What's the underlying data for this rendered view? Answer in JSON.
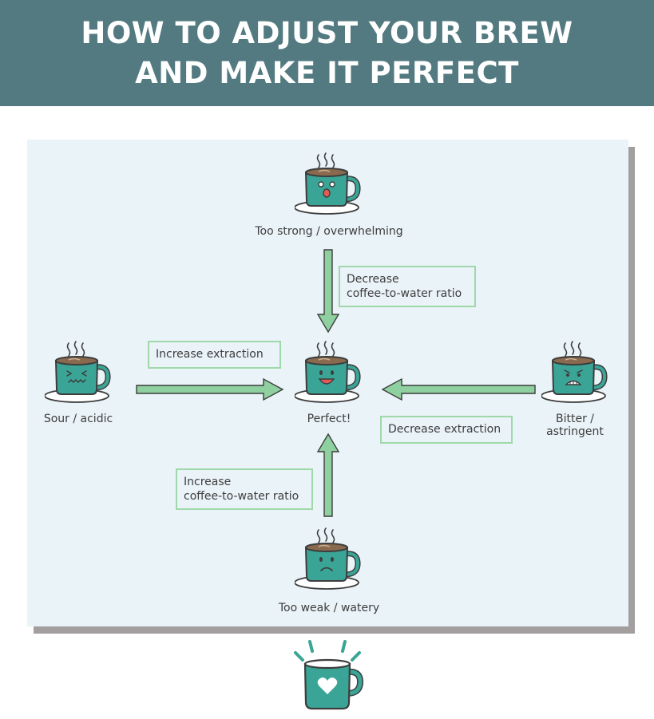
{
  "header": {
    "title_line1": "HOW TO ADJUST YOUR BREW",
    "title_line2": "AND MAKE IT PERFECT"
  },
  "colors": {
    "header_bg": "#527a80",
    "panel_bg": "#eaf3f8",
    "mug": "#3aa596",
    "arrow": "#8fd0a0",
    "box_border": "#9fd8a9"
  },
  "nodes": {
    "top": "Too strong / overwhelming",
    "left": "Sour / acidic",
    "center": "Perfect!",
    "right_line1": "Bitter /",
    "right_line2": "astringent",
    "bottom": "Too weak / watery"
  },
  "actions": {
    "top_line1": "Decrease",
    "top_line2": "coffee-to-water ratio",
    "left": "Increase extraction",
    "right": "Decrease extraction",
    "bottom_line1": "Increase",
    "bottom_line2": "coffee-to-water ratio"
  },
  "icons": {
    "top_face": "shocked-face-icon",
    "left_face": "sour-face-icon",
    "center_face": "smiling-face-icon",
    "right_face": "grimace-face-icon",
    "bottom_face": "sad-face-icon",
    "bottom_logo": "heart-mug-icon"
  }
}
